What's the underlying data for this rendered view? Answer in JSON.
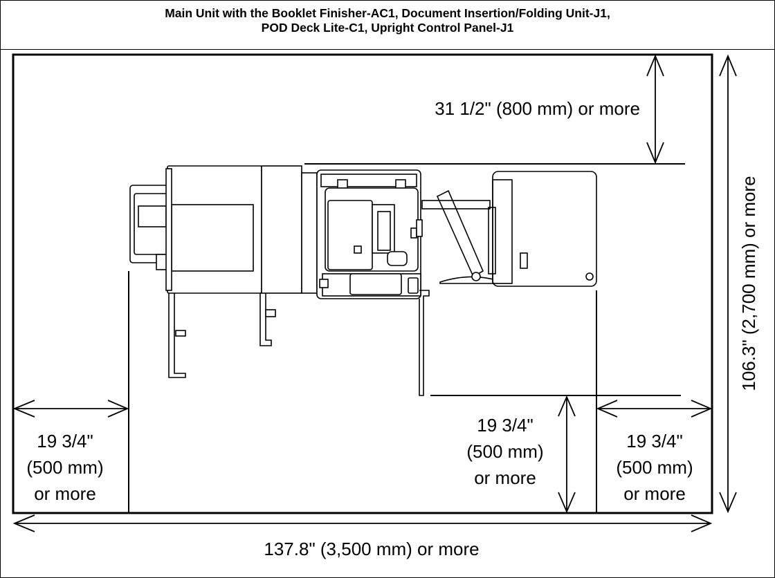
{
  "title": {
    "line1": "Main Unit with the Booklet Finisher-AC1, Document Insertion/Folding Unit-J1,",
    "line2": "POD Deck Lite-C1, Upright Control Panel-J1"
  },
  "dimensions": {
    "top_clearance": "31 1/2\" (800 mm) or more",
    "depth_total": "106.3\" (2,700 mm) or more",
    "width_total": "137.8\" (3,500 mm) or more",
    "left_clearance": [
      "19 3/4\"",
      "(500 mm)",
      "or more"
    ],
    "front_clearance": [
      "19 3/4\"",
      "(500 mm)",
      "or more"
    ],
    "right_clearance": [
      "19 3/4\"",
      "(500 mm)",
      "or more"
    ]
  }
}
